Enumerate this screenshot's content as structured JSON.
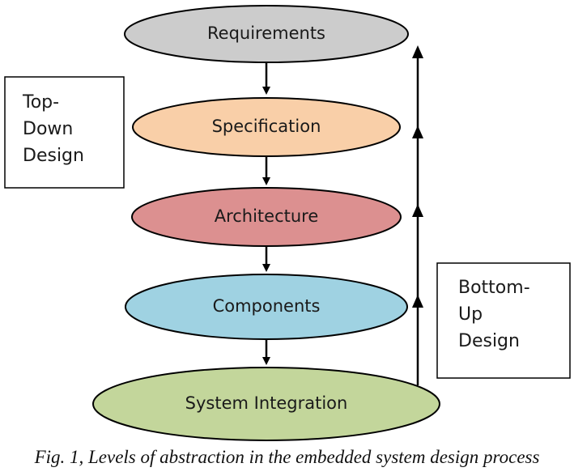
{
  "levels": [
    {
      "label": "Requirements",
      "color": "#cccccc"
    },
    {
      "label": "Specification",
      "color": "#f9cfa8"
    },
    {
      "label": "Architecture",
      "color": "#dc9090"
    },
    {
      "label": "Components",
      "color": "#9fd2e2"
    },
    {
      "label": "System Integration",
      "color": "#c3d69b"
    }
  ],
  "top_down_box": {
    "lines": [
      "Top-",
      "Down",
      "Design"
    ]
  },
  "bottom_up_box": {
    "lines": [
      "Bottom-",
      "Up",
      "Design"
    ]
  },
  "caption": "Fig. 1, Levels of abstraction in the embedded system design process"
}
